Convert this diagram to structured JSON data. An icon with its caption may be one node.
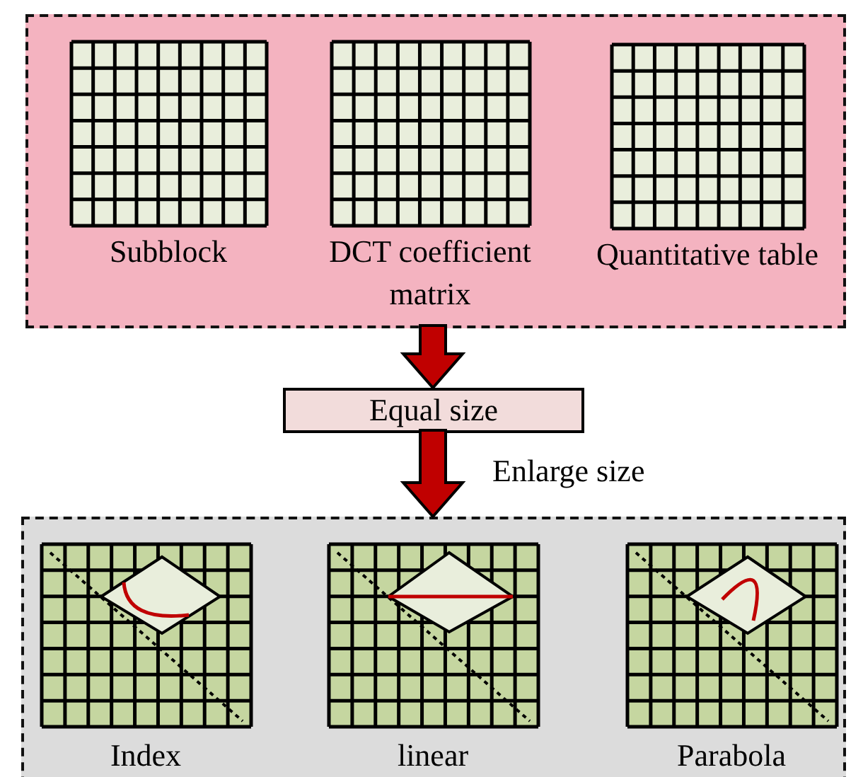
{
  "diagram": {
    "nodes": [
      {
        "text": [],
        "shape": "box"
      },
      {
        "text": [
          "Subblock"
        ],
        "in": 0
      },
      {
        "text": [
          "DCT coefficient matrix"
        ],
        "in": 0
      },
      {
        "text": [
          "Quantitative table"
        ],
        "in": 0
      },
      {
        "text": [
          "Equal size"
        ]
      },
      {
        "text": [],
        "shape": "box"
      },
      {
        "text": [
          "Index"
        ],
        "in": 5
      },
      {
        "text": [
          "linear"
        ],
        "in": 5
      },
      {
        "text": [
          "Parabola"
        ],
        "in": 5
      }
    ],
    "edges": [
      {
        "from": 0,
        "to": 4,
        "arrow": "to",
        "style": "thick"
      },
      {
        "from": 4,
        "to": 5,
        "arrow": "to",
        "style": "thick",
        "label": "Enlarge size"
      }
    ]
  }
}
